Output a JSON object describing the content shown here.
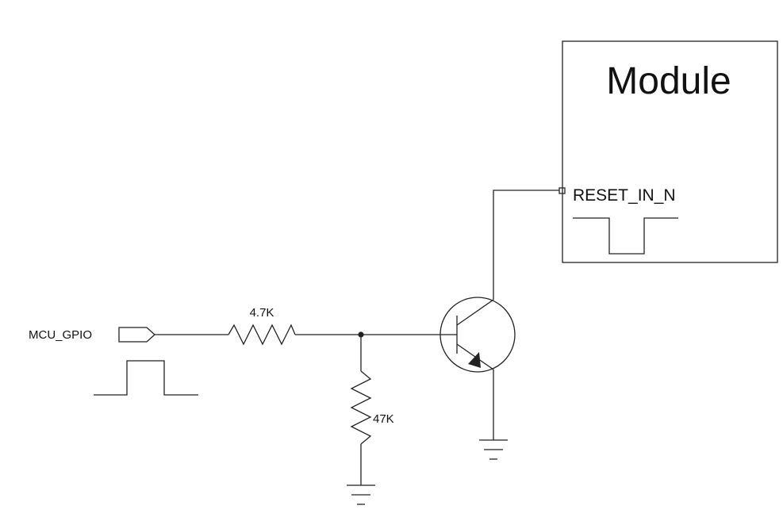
{
  "module": {
    "title": "Module",
    "pin_label": "RESET_IN_N"
  },
  "input": {
    "port_label": "MCU_GPIO"
  },
  "resistors": {
    "series": "4.7K",
    "pulldown": "47K"
  },
  "colors": {
    "line": "#222222",
    "text": "#111111",
    "background": "#ffffff"
  }
}
